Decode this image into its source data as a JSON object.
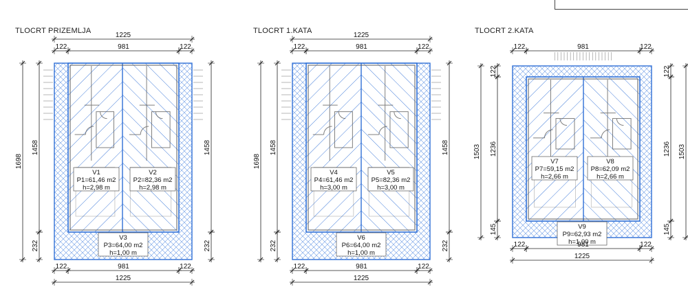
{
  "plans": [
    {
      "title": "TLOCRT PRIZEMLJA",
      "dims": {
        "top_total": "1225",
        "top_mid": "981",
        "top_left": "122",
        "top_right": "122",
        "bottom_total": "1225",
        "bottom_mid": "981",
        "bottom_left": "122",
        "bottom_right": "122",
        "left_total": "1698",
        "left_main": "1458",
        "left_bottom": "232",
        "right_main": "1458",
        "right_bottom": "232"
      },
      "rooms": [
        {
          "name": "V1",
          "area": "P1=61,46 m2",
          "height": "h=2,98 m"
        },
        {
          "name": "V2",
          "area": "P2=82,36 m2",
          "height": "h=2,98 m"
        },
        {
          "name": "V3",
          "area": "P3=64,00 m2",
          "height": "h=1,00 m"
        }
      ]
    },
    {
      "title": "TLOCRT 1.KATA",
      "dims": {
        "top_total": "1225",
        "top_mid": "981",
        "top_left": "122",
        "top_right": "122",
        "bottom_total": "1225",
        "bottom_mid": "981",
        "bottom_left": "122",
        "bottom_right": "122",
        "left_total": "1698",
        "left_main": "1458",
        "left_bottom": "232",
        "right_main": "1458",
        "right_bottom": "232"
      },
      "rooms": [
        {
          "name": "V4",
          "area": "P4=61,46 m2",
          "height": "h=3,00 m"
        },
        {
          "name": "V5",
          "area": "P5=82,36 m2",
          "height": "h=3,00 m"
        },
        {
          "name": "V6",
          "area": "P6=64,00 m2",
          "height": "h=1,00 m"
        }
      ]
    },
    {
      "title": "TLOCRT 2.KATA",
      "dims": {
        "top_mid": "981",
        "top_left": "122",
        "top_right": "122",
        "bottom_total": "1225",
        "bottom_mid": "981",
        "bottom_left": "122",
        "bottom_right": "122",
        "left_total": "1503",
        "left_top": "122",
        "left_main": "1236",
        "left_bottom": "145",
        "right_total": "1503",
        "right_top": "122",
        "right_main": "1236",
        "right_bottom": "145"
      },
      "rooms": [
        {
          "name": "V7",
          "area": "P7=59,15 m2",
          "height": "h=2,66 m"
        },
        {
          "name": "V8",
          "area": "P8=62,09 m2",
          "height": "h=2,66 m"
        },
        {
          "name": "V9",
          "area": "P9=62,93 m2",
          "height": "h=1,00 m"
        }
      ]
    }
  ],
  "colors": {
    "hatch": "#2f6fd6",
    "outline": "#2f6fd6",
    "wall": "#555555",
    "dim": "#222222",
    "crosshatch": "#6b9be6"
  }
}
